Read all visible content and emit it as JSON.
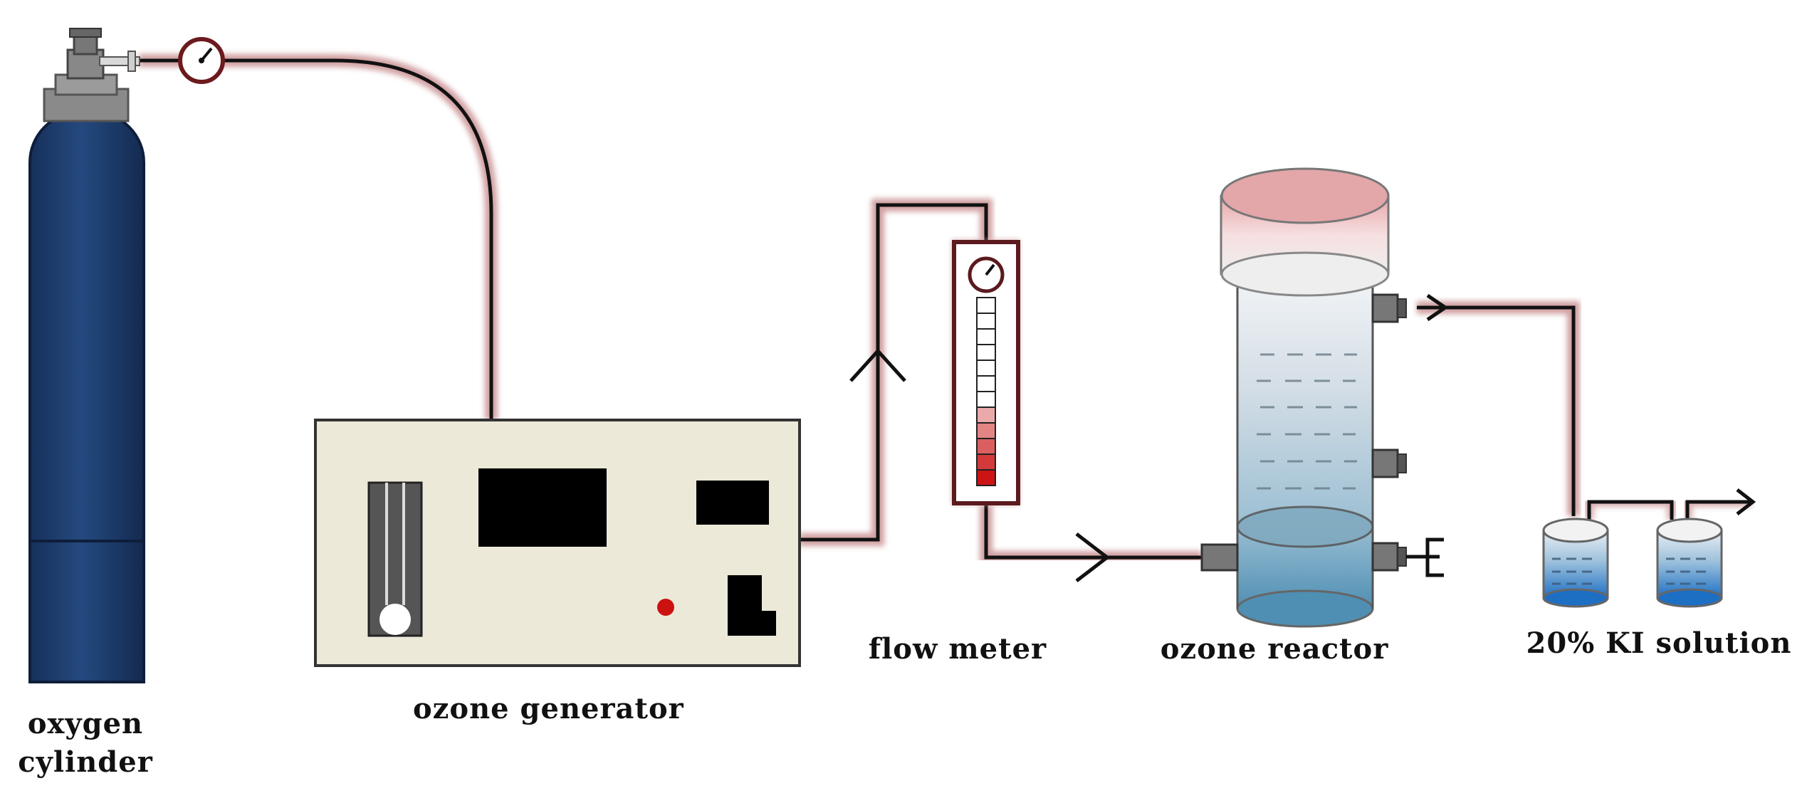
{
  "labels": {
    "oxygen_cylinder_line1": "oxygen",
    "oxygen_cylinder_line2": "cylinder",
    "ozone_generator": "ozone generator",
    "flow_meter": "flow meter",
    "ozone_reactor": "ozone reactor",
    "ki_solution": "20% KI solution"
  },
  "colors": {
    "cylinder_blue": "#1f3f73",
    "generator_panel": "#ece9d8",
    "tube_glow": "#c98f91",
    "water_blue": "#6fa8c6",
    "indicator_red": "#cc1111"
  },
  "flow_meter_level": 0.42
}
